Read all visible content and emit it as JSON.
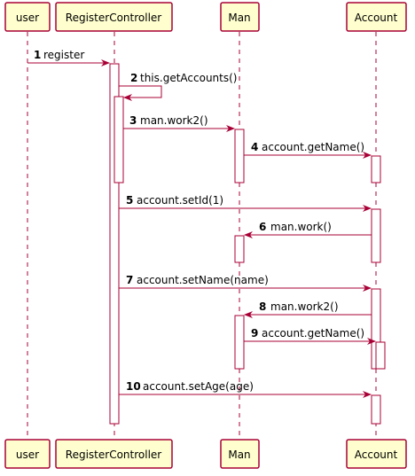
{
  "participants": [
    {
      "id": "user",
      "label": "user"
    },
    {
      "id": "ctrl",
      "label": "RegisterController"
    },
    {
      "id": "man",
      "label": "Man"
    },
    {
      "id": "acct",
      "label": "Account"
    }
  ],
  "messages": [
    {
      "num": "1",
      "text": "register"
    },
    {
      "num": "2",
      "text": "this.getAccounts()"
    },
    {
      "num": "3",
      "text": "man.work2()"
    },
    {
      "num": "4",
      "text": "account.getName()"
    },
    {
      "num": "5",
      "text": "account.setId(1)"
    },
    {
      "num": "6",
      "text": "man.work()"
    },
    {
      "num": "7",
      "text": "account.setName(name)"
    },
    {
      "num": "8",
      "text": "man.work2()"
    },
    {
      "num": "9",
      "text": "account.getName()"
    },
    {
      "num": "10",
      "text": "account.setAge(age)"
    }
  ],
  "colors": {
    "box_fill": "#FEFECE",
    "box_stroke": "#A80036",
    "arrow": "#A80036",
    "lifeline": "#A80036",
    "activation_fill": "#FFFFFF"
  }
}
